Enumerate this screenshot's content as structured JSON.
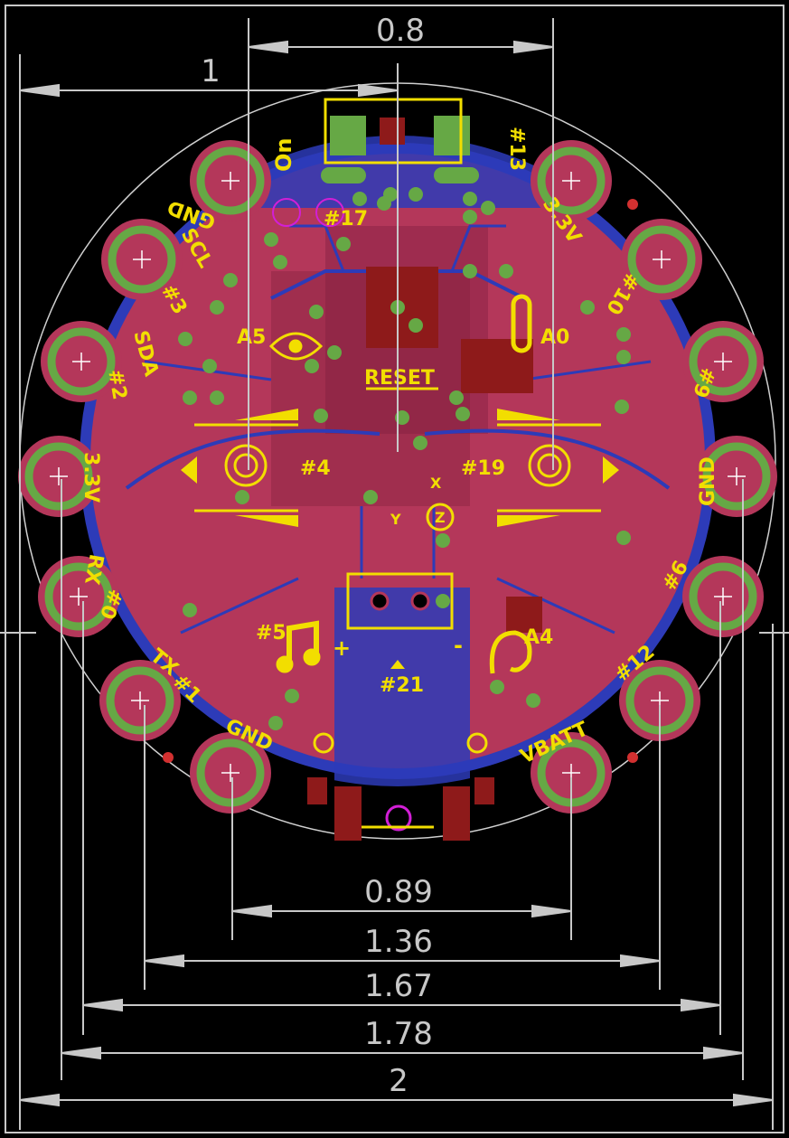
{
  "title": "",
  "dimensions": {
    "top_0_8": "0.8",
    "top_1": "1",
    "d_0_89": "0.89",
    "d_1_36": "1.36",
    "d_1_67": "1.67",
    "d_1_78": "1.78",
    "d_2": "2"
  },
  "pads": {
    "on": "On",
    "p13": "#13",
    "gnd_top": "GND",
    "p17": "#17",
    "v33_top": "3.3V",
    "scl": "SCL",
    "p3": "#3",
    "p10": "#10",
    "a5": "A5",
    "a0": "A0",
    "sda": "SDA",
    "p2": "#2",
    "p9": "#9",
    "reset": "RESET",
    "v33_left": "3.3V",
    "p4": "#4",
    "p19": "#19",
    "gnd_right": "GND",
    "rx": "RX",
    "p0": "#0",
    "p6": "#6",
    "p5": "#5",
    "plus": "+",
    "minus": "-",
    "a4": "A4",
    "tx": "TX",
    "p1": "#1",
    "p21": "#21",
    "p12": "#12",
    "gnd_bottom": "GND",
    "vbatt": "VBATT",
    "axis_x": "X",
    "axis_y": "Y",
    "axis_z": "Z"
  },
  "colors": {
    "background": "#000000",
    "board": "#b4375a",
    "copper_blue": "#2d3bb8",
    "pad_ring": "#66a845",
    "silkscreen": "#f2de00",
    "dimension": "#c8c8c8",
    "smd_pad": "#8e1a1a"
  }
}
